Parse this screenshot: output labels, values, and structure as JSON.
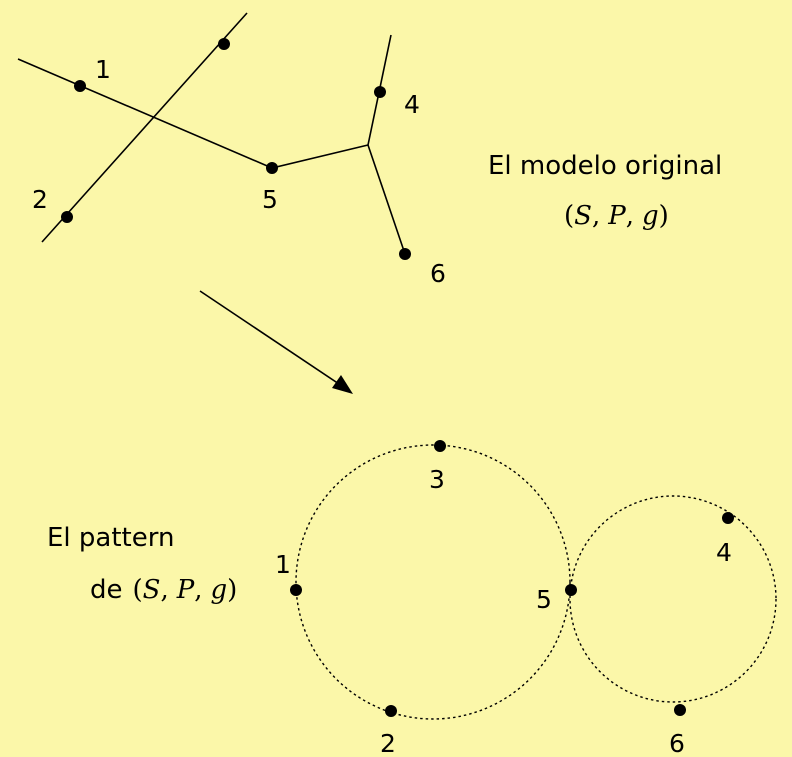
{
  "top": {
    "caption_line1": "El modelo original",
    "caption_line2": "(S, P, g)",
    "caption_open": "(",
    "caption_S": "S",
    "caption_P": "P",
    "caption_g": "g",
    "caption_comma": ",",
    "caption_close": ")",
    "labels": {
      "1": "1",
      "2": "2",
      "4": "4",
      "5": "5",
      "6": "6"
    }
  },
  "bottom": {
    "caption_line1": "El pattern",
    "caption_line2_prefix": "de",
    "caption_S": "S",
    "caption_P": "P",
    "caption_g": "g",
    "caption_open": "(",
    "caption_comma": ",",
    "caption_close": ")",
    "labels": {
      "1": "1",
      "2": "2",
      "3": "3",
      "4": "4",
      "5": "5",
      "6": "6"
    }
  },
  "colors": {
    "background": "#fbf7a9",
    "ink": "#000000"
  }
}
